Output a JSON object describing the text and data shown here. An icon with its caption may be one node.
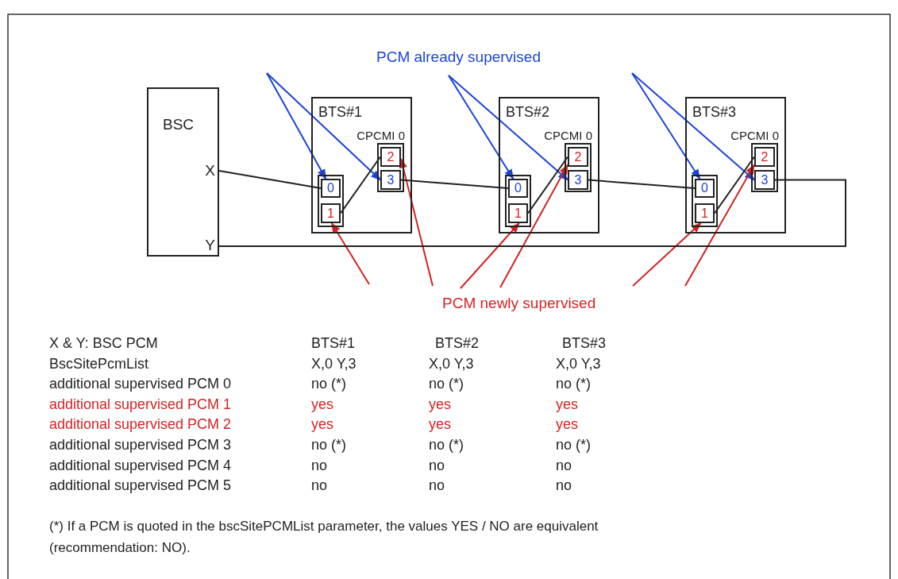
{
  "diagram": {
    "nodes": [
      {
        "text": [
          "BSC"
        ]
      },
      {
        "text": [
          "X"
        ],
        "in": 0
      },
      {
        "text": [
          "Y"
        ],
        "in": 0
      },
      {
        "text": [
          "BTS#1"
        ]
      },
      {
        "text": [],
        "shape": "box",
        "in": 3
      },
      {
        "text": [
          "0"
        ],
        "in": 4
      },
      {
        "text": [
          "1"
        ],
        "in": 4
      },
      {
        "text": [
          "CPCMI 0"
        ],
        "in": 3
      },
      {
        "text": [
          "2"
        ],
        "in": 7
      },
      {
        "text": [
          "3"
        ],
        "in": 7
      },
      {
        "text": [
          "BTS#2"
        ]
      },
      {
        "text": [],
        "shape": "box",
        "in": 10
      },
      {
        "text": [
          "0"
        ],
        "in": 11
      },
      {
        "text": [
          "1"
        ],
        "in": 11
      },
      {
        "text": [
          "CPCMI 0"
        ],
        "in": 10
      },
      {
        "text": [
          "2"
        ],
        "in": 14
      },
      {
        "text": [
          "3"
        ],
        "in": 14
      },
      {
        "text": [
          "BTS#3"
        ]
      },
      {
        "text": [],
        "shape": "box",
        "in": 17
      },
      {
        "text": [
          "0"
        ],
        "in": 18
      },
      {
        "text": [
          "1"
        ],
        "in": 18
      },
      {
        "text": [
          "CPCMI 0"
        ],
        "in": 17
      },
      {
        "text": [
          "2"
        ],
        "in": 21
      },
      {
        "text": [
          "3"
        ],
        "in": 21
      }
    ],
    "edges": [
      {
        "from": null,
        "to": 5,
        "arrow": "to",
        "color": "#1a44d8"
      },
      {
        "from": null,
        "to": 9,
        "arrow": "to",
        "color": "#1a44d8"
      },
      {
        "from": null,
        "to": 6,
        "arrow": "to",
        "color": "#d42222"
      },
      {
        "from": null,
        "to": 8,
        "arrow": "to",
        "color": "#d42222"
      },
      {
        "from": 6,
        "to": 8,
        "arrow": "none"
      },
      {
        "from": null,
        "to": 12,
        "arrow": "to",
        "color": "#1a44d8"
      },
      {
        "from": null,
        "to": 16,
        "arrow": "to",
        "color": "#1a44d8"
      },
      {
        "from": null,
        "to": 13,
        "arrow": "to",
        "color": "#d42222"
      },
      {
        "from": null,
        "to": 15,
        "arrow": "to",
        "color": "#d42222"
      },
      {
        "from": 13,
        "to": 15,
        "arrow": "none"
      },
      {
        "from": null,
        "to": 19,
        "arrow": "to",
        "color": "#1a44d8"
      },
      {
        "from": null,
        "to": 23,
        "arrow": "to",
        "color": "#1a44d8"
      },
      {
        "from": null,
        "to": 20,
        "arrow": "to",
        "color": "#d42222"
      },
      {
        "from": null,
        "to": 22,
        "arrow": "to",
        "color": "#d42222"
      },
      {
        "from": 20,
        "to": 22,
        "arrow": "none"
      },
      {
        "from": 1,
        "to": 5,
        "arrow": "none"
      },
      {
        "from": 9,
        "to": 12,
        "arrow": "none"
      },
      {
        "from": 16,
        "to": 19,
        "arrow": "none"
      },
      {
        "from": 23,
        "to": 2,
        "arrow": "none"
      }
    ],
    "labels": [
      "PCM already supervised",
      "PCM newly supervised",
      "X & Y: BSC PCM",
      "BTS#1",
      "BTS#2",
      "BTS#3",
      "BscSitePcmList",
      "X,0 Y,3",
      "X,0 Y,3",
      "X,0 Y,3",
      "additional supervised PCM 0",
      "no (*)",
      "no (*)",
      "no (*)",
      "additional supervised PCM 1",
      "yes",
      "yes",
      "yes",
      "additional supervised PCM 2",
      "yes",
      "yes",
      "yes",
      "additional supervised PCM 3",
      "no (*)",
      "no (*)",
      "no (*)",
      "additional supervised PCM 4",
      "no",
      "no",
      "no",
      "additional supervised PCM 5",
      "no",
      "no",
      "no",
      "(*) If a PCM is quoted in the bscSitePCMList parameter, the values YES / NO are equivalent (recommendation: NO)."
    ]
  }
}
